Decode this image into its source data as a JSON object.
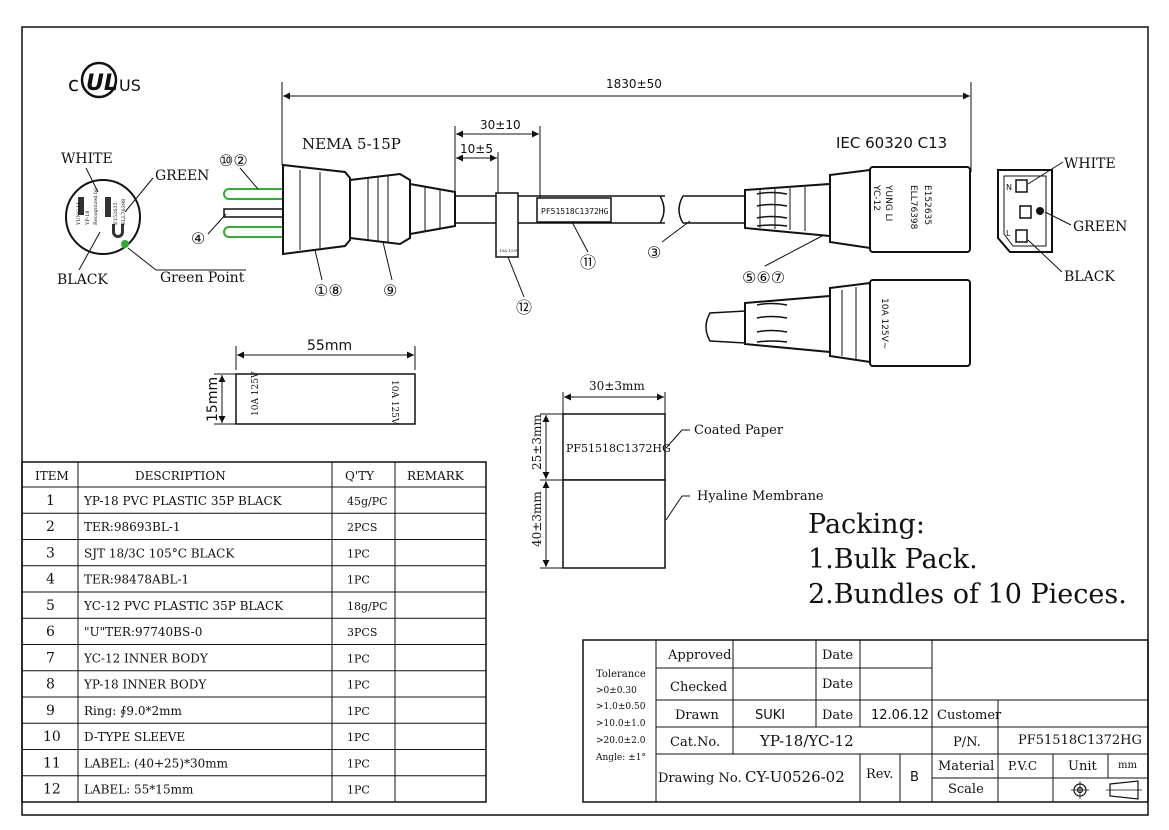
{
  "cert_mark": {
    "left": "c",
    "right": "US"
  },
  "plug": {
    "title": "NEMA 5-15P",
    "face_labels": {
      "white": "WHITE",
      "green": "GREEN",
      "black": "BLACK",
      "green_point": "Green Point"
    },
    "face_text": [
      "YUNG LI",
      "YP-18",
      "E152635",
      "ELL76398",
      "Recognized by"
    ],
    "callouts": [
      "⑩②",
      "④",
      "①⑧",
      "⑨"
    ]
  },
  "connector": {
    "title": "IEC 60320 C13",
    "marking": [
      "E152635",
      "ELL76398",
      "YUNG LI",
      "YC-12"
    ],
    "rating": "10A 125V~",
    "face_labels": {
      "white": "WHITE",
      "green": "GREEN",
      "black": "BLACK"
    },
    "face_letters": {
      "n": "N",
      "l": "L"
    },
    "callouts": [
      "⑤⑥⑦",
      "③"
    ]
  },
  "dimensions": {
    "overall": "1830±50",
    "label_offset": "30±10",
    "label_gap": "10±5"
  },
  "cable_label": {
    "text": "PF51518C1372HG",
    "callout": "⑪"
  },
  "rating_sleeve": {
    "callout": "⑫",
    "small_text": "10A 125V"
  },
  "label_55": {
    "width": "55mm",
    "height": "15mm",
    "text_left": "10A 125V",
    "text_right": "10A 125V"
  },
  "label_30": {
    "width": "30±3mm",
    "height_top": "25±3mm",
    "height_bottom": "40±3mm",
    "text": "PF51518C1372HG",
    "note_top": "Coated Paper",
    "note_bottom": "Hyaline Membrane"
  },
  "packing": {
    "title": "Packing:",
    "items": [
      "1.Bulk Pack.",
      "2.Bundles of 10 Pieces."
    ]
  },
  "bom": {
    "headers": [
      "ITEM",
      "DESCRIPTION",
      "Q'TY",
      "REMARK"
    ],
    "rows": [
      {
        "item": "1",
        "desc": "YP-18 PVC PLASTIC 35P  BLACK",
        "qty": "45g/PC",
        "remark": ""
      },
      {
        "item": "2",
        "desc": "TER:98693BL-1",
        "qty": "2PCS",
        "remark": ""
      },
      {
        "item": "3",
        "desc": "SJT 18/3C 105°C BLACK",
        "qty": "1PC",
        "remark": ""
      },
      {
        "item": "4",
        "desc": "TER:98478ABL-1",
        "qty": "1PC",
        "remark": ""
      },
      {
        "item": "5",
        "desc": "YC-12 PVC PLASTIC 35P  BLACK",
        "qty": "18g/PC",
        "remark": ""
      },
      {
        "item": "6",
        "desc": "\"U\"TER:97740BS-0",
        "qty": "3PCS",
        "remark": ""
      },
      {
        "item": "7",
        "desc": "YC-12 INNER BODY",
        "qty": "1PC",
        "remark": ""
      },
      {
        "item": "8",
        "desc": "YP-18 INNER BODY",
        "qty": "1PC",
        "remark": ""
      },
      {
        "item": "9",
        "desc": "Ring: ∮9.0*2mm",
        "qty": "1PC",
        "remark": ""
      },
      {
        "item": "10",
        "desc": "D-TYPE SLEEVE",
        "qty": "1PC",
        "remark": ""
      },
      {
        "item": "11",
        "desc": "LABEL: (40+25)*30mm",
        "qty": "1PC",
        "remark": ""
      },
      {
        "item": "12",
        "desc": "LABEL: 55*15mm",
        "qty": "1PC",
        "remark": ""
      }
    ]
  },
  "title_block": {
    "tolerance": [
      "Tolerance",
      ">0±0.30",
      ">1.0±0.50",
      ">10.0±1.0",
      ">20.0±2.0",
      "Angle: ±1°"
    ],
    "approved": "Approved",
    "checked": "Checked",
    "drawn": "Drawn",
    "drawn_by": "SUKI",
    "date_label": "Date",
    "date_value": "12.06.12",
    "customer": "Customer",
    "cat_no_label": "Cat.No.",
    "cat_no": "YP-18/YC-12",
    "pn_label": "P/N.",
    "pn": "PF51518C1372HG",
    "drawing_no_label": "Drawing No.",
    "drawing_no": "CY-U0526-02",
    "rev_label": "Rev.",
    "rev": "B",
    "material_label": "Material",
    "material": "P.V.C",
    "unit_label": "Unit",
    "unit": "mm",
    "scale_label": "Scale"
  }
}
